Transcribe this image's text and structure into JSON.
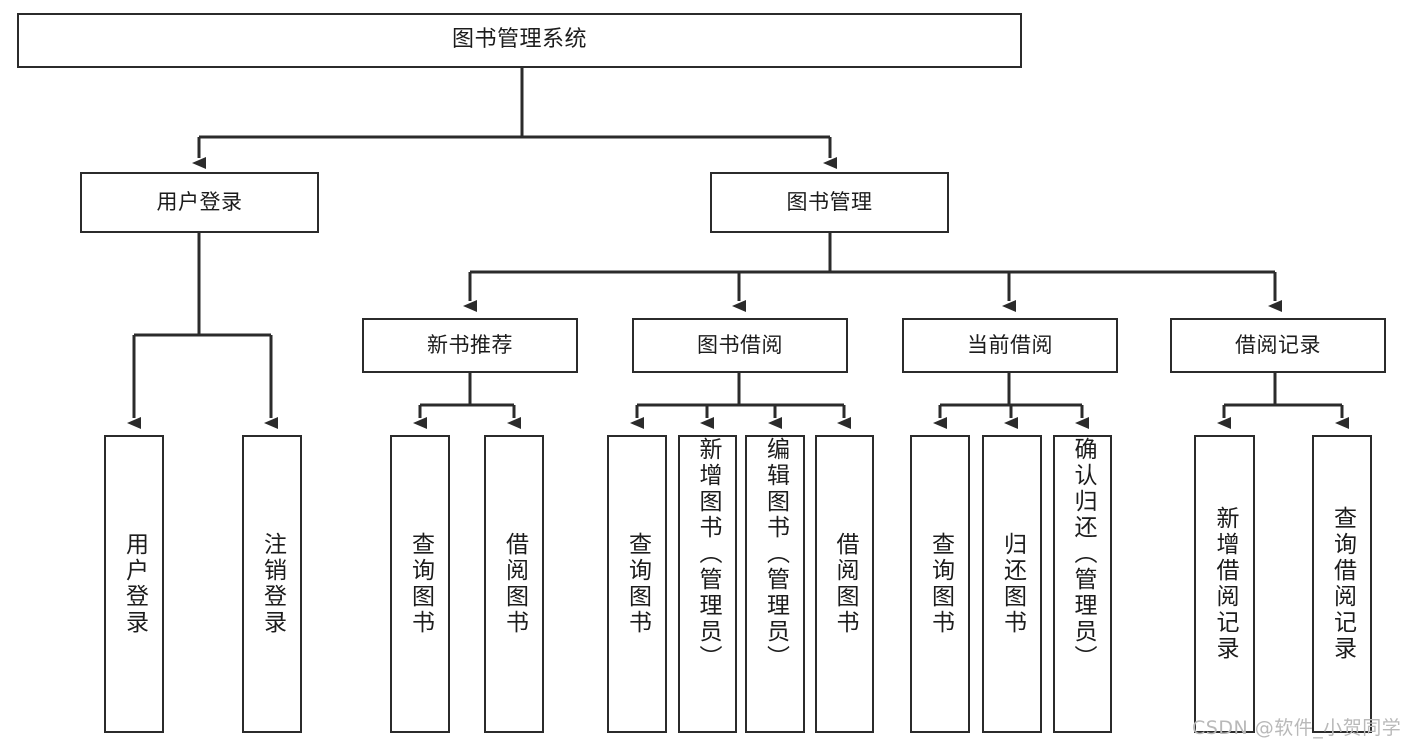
{
  "diagram": {
    "title": "图书管理系统",
    "type": "tree-structure-chart",
    "watermark": "CSDN @软件_小贺同学",
    "colors": {
      "node_border": "#2b2b2b",
      "node_fill": "#ffffff",
      "edge": "#2b2b2b",
      "text": "#1c1c1c",
      "watermark": "#b9b9b9",
      "background": "#ffffff"
    }
  },
  "nodes": {
    "root": {
      "label": "图书管理系统"
    },
    "level2": [
      {
        "id": "user-login",
        "label": "用户登录"
      },
      {
        "id": "book-management",
        "label": "图书管理"
      }
    ],
    "level3": [
      {
        "id": "new-book-recommend",
        "label": "新书推荐"
      },
      {
        "id": "book-borrow",
        "label": "图书借阅"
      },
      {
        "id": "current-borrow",
        "label": "当前借阅"
      },
      {
        "id": "borrow-record",
        "label": "借阅记录"
      }
    ],
    "leaves": {
      "user_login": [
        {
          "id": "leaf-user-login",
          "label": "用户登录"
        },
        {
          "id": "leaf-logout-login",
          "label": "注销登录"
        }
      ],
      "new_book_recommend": [
        {
          "id": "leaf-query-book-1",
          "label": "查询图书"
        },
        {
          "id": "leaf-borrow-book-1",
          "label": "借阅图书"
        }
      ],
      "book_borrow": [
        {
          "id": "leaf-query-book-2",
          "label": "查询图书"
        },
        {
          "id": "leaf-add-book",
          "label": "新增图书（管理员）"
        },
        {
          "id": "leaf-edit-book",
          "label": "编辑图书（管理员）"
        },
        {
          "id": "leaf-borrow-book-2",
          "label": "借阅图书"
        }
      ],
      "current_borrow": [
        {
          "id": "leaf-query-book-3",
          "label": "查询图书"
        },
        {
          "id": "leaf-return-book",
          "label": "归还图书"
        },
        {
          "id": "leaf-confirm-return",
          "label": "确认归还（管理员）"
        }
      ],
      "borrow_record": [
        {
          "id": "leaf-add-record",
          "label": "新增借阅记录"
        },
        {
          "id": "leaf-query-record",
          "label": "查询借阅记录"
        }
      ]
    }
  }
}
